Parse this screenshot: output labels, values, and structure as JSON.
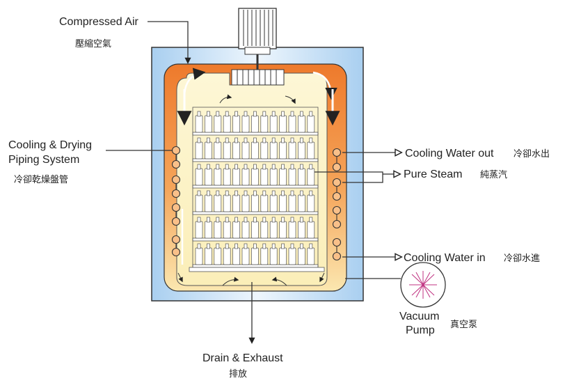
{
  "labels": {
    "compressed_air": "Compressed Air",
    "compressed_air_zh": "壓縮空氣",
    "cooling_drying_1": "Cooling & Drying",
    "cooling_drying_2": "Piping System",
    "cooling_drying_zh": "冷卻乾燥盤管",
    "cooling_water_out": "Cooling Water out",
    "cooling_water_out_zh": "冷卻水出",
    "pure_steam": "Pure Steam",
    "pure_steam_zh": "純蒸汽",
    "cooling_water_in": "Cooling Water in",
    "cooling_water_in_zh": "冷卻水進",
    "vacuum_1": "Vacuum",
    "vacuum_2": "Pump",
    "vacuum_zh": "真空泵",
    "drain_exhaust": "Drain & Exhaust",
    "drain_exhaust_zh": "排放"
  },
  "colors": {
    "outer_blue": "#c4def5",
    "heat_orange": "#f08a3a",
    "inner_cream": "#fdf3c6",
    "coil": "#e05a2a",
    "line": "#333333"
  }
}
